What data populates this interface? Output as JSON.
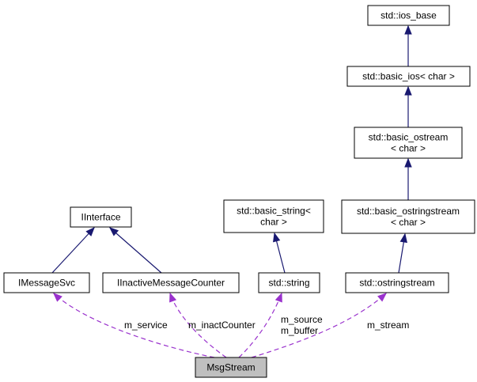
{
  "nodes": {
    "ios_base": {
      "label": [
        "std::ios_base"
      ]
    },
    "basic_ios": {
      "label": [
        "std::basic_ios< char >"
      ]
    },
    "basic_ostream": {
      "label": [
        "std::basic_ostream",
        "< char >"
      ]
    },
    "basic_ostringstream": {
      "label": [
        "std::basic_ostringstream",
        "< char >"
      ]
    },
    "ostringstream": {
      "label": [
        "std::ostringstream"
      ]
    },
    "basic_string": {
      "label": [
        "std::basic_string<",
        "char >"
      ]
    },
    "string": {
      "label": [
        "std::string"
      ]
    },
    "iinterface": {
      "label": [
        "IInterface"
      ]
    },
    "imessagesvc": {
      "label": [
        "IMessageSvc"
      ]
    },
    "iinactive": {
      "label": [
        "IInactiveMessageCounter"
      ]
    },
    "msgstream": {
      "label": [
        "MsgStream"
      ],
      "highlighted": true
    }
  },
  "inheritance": [
    {
      "from": "basic_ios",
      "to": "ios_base"
    },
    {
      "from": "basic_ostream",
      "to": "basic_ios"
    },
    {
      "from": "basic_ostringstream",
      "to": "basic_ostream"
    },
    {
      "from": "ostringstream",
      "to": "basic_ostringstream"
    },
    {
      "from": "string",
      "to": "basic_string"
    },
    {
      "from": "imessagesvc",
      "to": "iinterface"
    },
    {
      "from": "iinactive",
      "to": "iinterface"
    }
  ],
  "usage": [
    {
      "from": "msgstream",
      "to": "imessagesvc",
      "label": [
        "m_service"
      ]
    },
    {
      "from": "msgstream",
      "to": "iinactive",
      "label": [
        "m_inactCounter"
      ]
    },
    {
      "from": "msgstream",
      "to": "string",
      "label": [
        "m_source",
        "m_buffer"
      ]
    },
    {
      "from": "msgstream",
      "to": "ostringstream",
      "label": [
        "m_stream"
      ]
    }
  ]
}
